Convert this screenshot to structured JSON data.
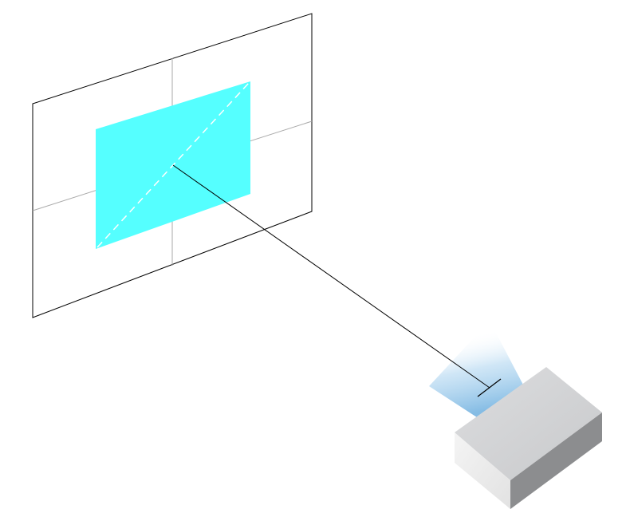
{
  "diagram": {
    "subject": "projector-projecting-onto-screen",
    "colors": {
      "background": "#ffffff",
      "screen_outline": "#000000",
      "crosshair": "#aaaaaa",
      "projected_image": "#55ffff",
      "diagonal_dash": "#ffffff",
      "beam_line": "#000000",
      "light_cone": "#7fb9e3",
      "projector_top": "#d6d7d9",
      "projector_front": "#eeeeee",
      "projector_side": "#8c8d8f"
    },
    "elements": [
      "projection-screen",
      "screen-crosshair",
      "projected-image",
      "image-diagonal",
      "projection-axis-line",
      "light-cone",
      "lens-marker",
      "projector-body"
    ]
  }
}
